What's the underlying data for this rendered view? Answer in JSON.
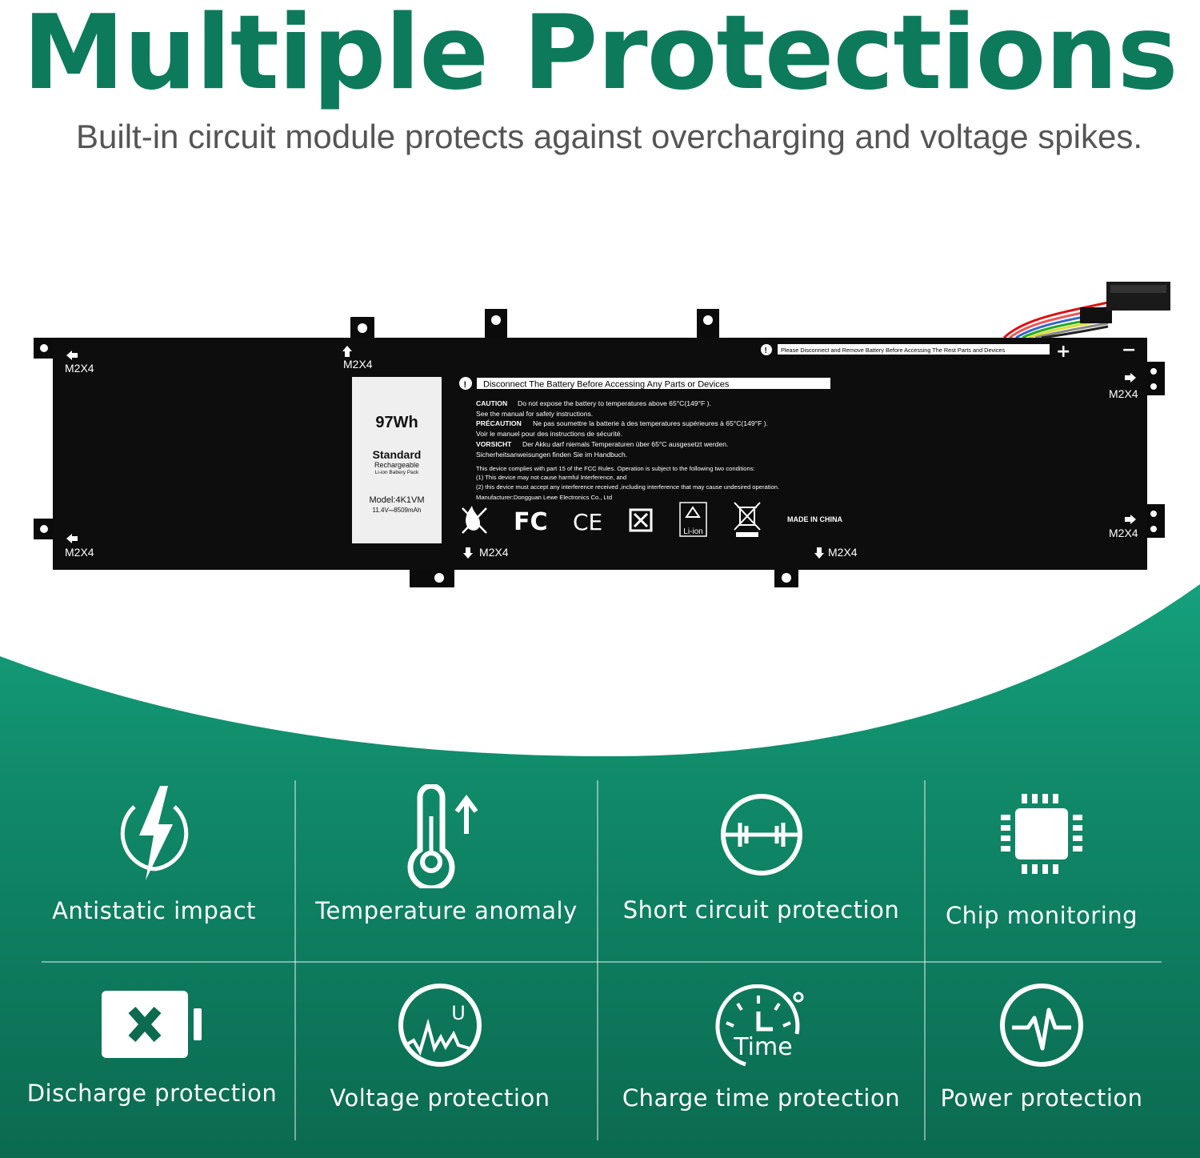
{
  "header": {
    "title": "Multiple Protections",
    "subtitle": "Built-in circuit module protects against overcharging and voltage spikes."
  },
  "battery": {
    "screw_label": "M2X4",
    "top_notice": "Please Disconnect and Remove Battery Before Accessing The Rest Parts and Devices",
    "plus_sign": "+",
    "minus_sign": "−",
    "label_card": {
      "capacity": "97Wh",
      "type": "Standard",
      "rechargeable": "Rechargeable",
      "pack": "Li-ion Battery Pack",
      "model": "Model:4K1VM",
      "rating": "11.4V⎓8509mAh"
    },
    "warning_banner": "Disconnect The Battery Before Accessing Any Parts or Devices",
    "caution_title": "CAUTION",
    "caution_text": "Do not expose the battery to temperatures above 65°C(149°F ).",
    "caution_text2": "See the manual for safety instructions.",
    "precaution_title": "PRÉCAUTION",
    "precaution_text": "Ne pas soumettre la batterie à des temperatures supérieures à 65°C(149°F ).",
    "precaution_text2": "Voir le manuel pour des instructions de sécurité.",
    "vorsicht_title": "VORSICHT",
    "vorsicht_text": "Der Akku darf niemals Temperaturen über 65°C ausgesetzt werden.",
    "vorsicht_text2": "Sicherheitsanweisungen finden Sie im Handbuch.",
    "fcc_line1": "This device complies with part 15 of the FCC Rules. Operation is subject to the following two conditions:",
    "fcc_line2": "(1) This device may not cause harmful Interference, and",
    "fcc_line3": "(2) this device must accept any interference received ,including interference that may cause undesired operation.",
    "manufacturer": "Manufacturer:Dongguan Lewe Electronics Co., Ltd",
    "fc_mark": "FC",
    "ce_mark": "CE",
    "liion_mark": "Li-ion",
    "made_in": "MADE IN CHINA"
  },
  "features": [
    {
      "label": "Antistatic impact",
      "icon": "antistatic-icon"
    },
    {
      "label": "Temperature anomaly",
      "icon": "thermometer-icon"
    },
    {
      "label": "Short circuit protection",
      "icon": "short-circuit-icon"
    },
    {
      "label": "Chip monitoring",
      "icon": "chip-icon"
    },
    {
      "label": "Discharge protection",
      "icon": "battery-x-icon"
    },
    {
      "label": "Voltage protection",
      "icon": "voltage-icon"
    },
    {
      "label": "Charge time protection",
      "icon": "clock-icon",
      "icon_text": "Time"
    },
    {
      "label": "Power protection",
      "icon": "heartbeat-icon"
    }
  ],
  "colors": {
    "title": "#0e7a5c",
    "subtitle": "#555555",
    "band_top": "#139a77",
    "band_bottom": "#0c6a50"
  }
}
